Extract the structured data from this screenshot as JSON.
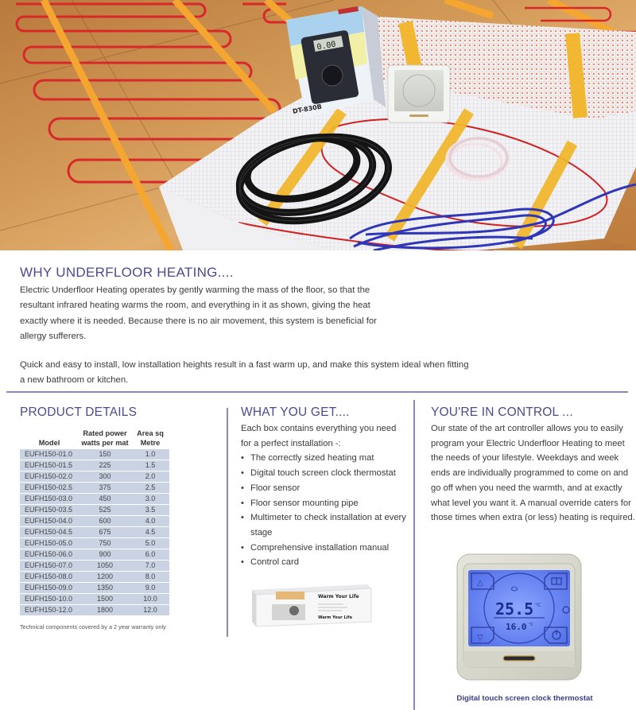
{
  "hero": {
    "image_description": "Electric underfloor heating kit on wooden floor: heating mat roll, multimeter box, touch screen thermostat, black conduit pipe, white floor sensor cable, blue cold lead",
    "multimeter_model": "DT-830B",
    "multimeter_display": "0.00"
  },
  "why": {
    "heading": "WHY UNDERFLOOR HEATING....",
    "paragraph1": "Electric Underfloor Heating operates by gently warming the mass of the floor, so that the resultant infrared heating warms the room, and everything in it as shown, giving the heat exactly where it is needed. Because there is no air movement, this system is beneficial for allergy sufferers.",
    "paragraph2": "Quick and easy to install, low installation heights result in a fast warm up, and make this system ideal when fitting a new bathroom or kitchen."
  },
  "product_details": {
    "heading": "PRODUCT DETAILS",
    "columns": {
      "model": "Model",
      "watts_line1": "Rated power",
      "watts_line2": "watts per mat",
      "area_line1": "Area sq",
      "area_line2": "Metre"
    },
    "rows": [
      {
        "model": "EUFH150-01.0",
        "watts": "150",
        "area": "1.0"
      },
      {
        "model": "EUFH150-01.5",
        "watts": "225",
        "area": "1.5"
      },
      {
        "model": "EUFH150-02.0",
        "watts": "300",
        "area": "2.0"
      },
      {
        "model": "EUFH150-02.5",
        "watts": "375",
        "area": "2.5"
      },
      {
        "model": "EUFH150-03.0",
        "watts": "450",
        "area": "3.0"
      },
      {
        "model": "EUFH150-03.5",
        "watts": "525",
        "area": "3.5"
      },
      {
        "model": "EUFH150-04.0",
        "watts": "600",
        "area": "4.0"
      },
      {
        "model": "EUFH150-04.5",
        "watts": "675",
        "area": "4.5"
      },
      {
        "model": "EUFH150-05.0",
        "watts": "750",
        "area": "5.0"
      },
      {
        "model": "EUFH150-06.0",
        "watts": "900",
        "area": "6.0"
      },
      {
        "model": "EUFH150-07.0",
        "watts": "1050",
        "area": "7.0"
      },
      {
        "model": "EUFH150-08.0",
        "watts": "1200",
        "area": "8.0"
      },
      {
        "model": "EUFH150-09.0",
        "watts": "1350",
        "area": "9.0"
      },
      {
        "model": "EUFH150-10.0",
        "watts": "1500",
        "area": "10.0"
      },
      {
        "model": "EUFH150-12.0",
        "watts": "1800",
        "area": "12.0"
      }
    ],
    "warranty_note": "Technical components covered by a 2 year warranty only"
  },
  "what_you_get": {
    "heading": "WHAT YOU GET....",
    "intro": "Each box contains everything you need for a perfect installation -:",
    "bullet_glyph": "•",
    "items": [
      "The correctly sized heating mat",
      "Digital touch screen clock thermostat",
      "Floor sensor",
      "Floor sensor mounting pipe",
      "Multimeter to check installation at every stage",
      "Comprehensive installation manual",
      "Control card"
    ],
    "box_brand": "Warm Your Life"
  },
  "in_control": {
    "heading": "YOU'RE IN CONTROL ...",
    "body": "Our state of the art controller allows you to easily program your Electric Underfloor Heating to meet the needs of your lifestyle. Weekdays and week ends are individually programmed to come on and go off when you need the warmth, and at exactly what level you want it. A manual override caters for those times when extra (or less) heating is required.",
    "thermostat": {
      "current_temp": "25.5",
      "set_temp": "16.0",
      "unit": "°C",
      "caption": "Digital touch screen clock thermostat"
    }
  },
  "colors": {
    "heading": "#4b4a8f",
    "divider": "#8a89b5",
    "table_row": "#c9d3e3",
    "caption": "#3b3b8a",
    "lcd_blue": "#5d7cf0"
  }
}
